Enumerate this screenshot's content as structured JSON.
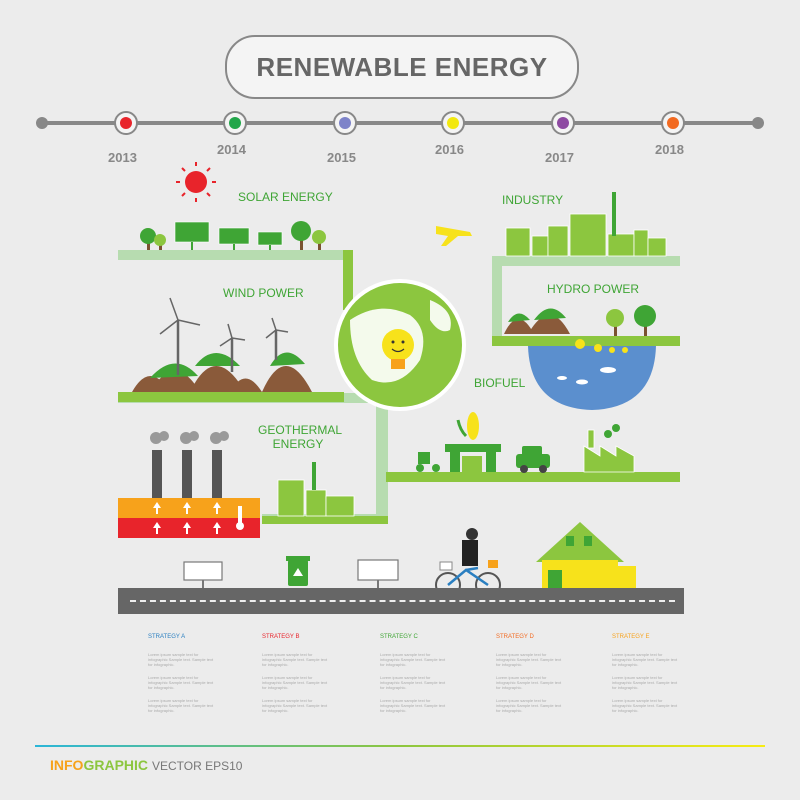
{
  "title": "RENEWABLE ENERGY",
  "timeline": {
    "years": [
      "2013",
      "2014",
      "2015",
      "2016",
      "2017",
      "2018"
    ],
    "dot_colors": [
      "#e8242b",
      "#22a64a",
      "#7d83c9",
      "#f2e80f",
      "#8e4aa2",
      "#f26a21"
    ]
  },
  "sections": {
    "solar": "SOLAR ENERGY",
    "industry": "INDUSTRY",
    "wind": "WIND POWER",
    "hydro": "HYDRO POWER",
    "biofuel": "BIOFUEL",
    "geothermal_line1": "GEOTHERMAL",
    "geothermal_line2": "ENERGY"
  },
  "strategies": [
    {
      "label": "STRATEGY A",
      "color": "#2a7fc1"
    },
    {
      "label": "STRATEGY B",
      "color": "#e8242b"
    },
    {
      "label": "STRATEGY C",
      "color": "#3fa535"
    },
    {
      "label": "STRATEGY D",
      "color": "#f26a21"
    },
    {
      "label": "STRATEGY E",
      "color": "#f7a21b"
    }
  ],
  "lorem_text": "Lorem ipsum sample text for infographic Sample text. Sample text for infographic.",
  "footer": {
    "info": "INFO",
    "graphic": "GRAPHIC",
    "vector": "VECTOR EPS10"
  },
  "colors": {
    "green": "#8cc63f",
    "pale_green": "#b7dcb0",
    "dark_green": "#3fa535",
    "brown": "#8a5a3a",
    "water": "#5b8fce"
  }
}
